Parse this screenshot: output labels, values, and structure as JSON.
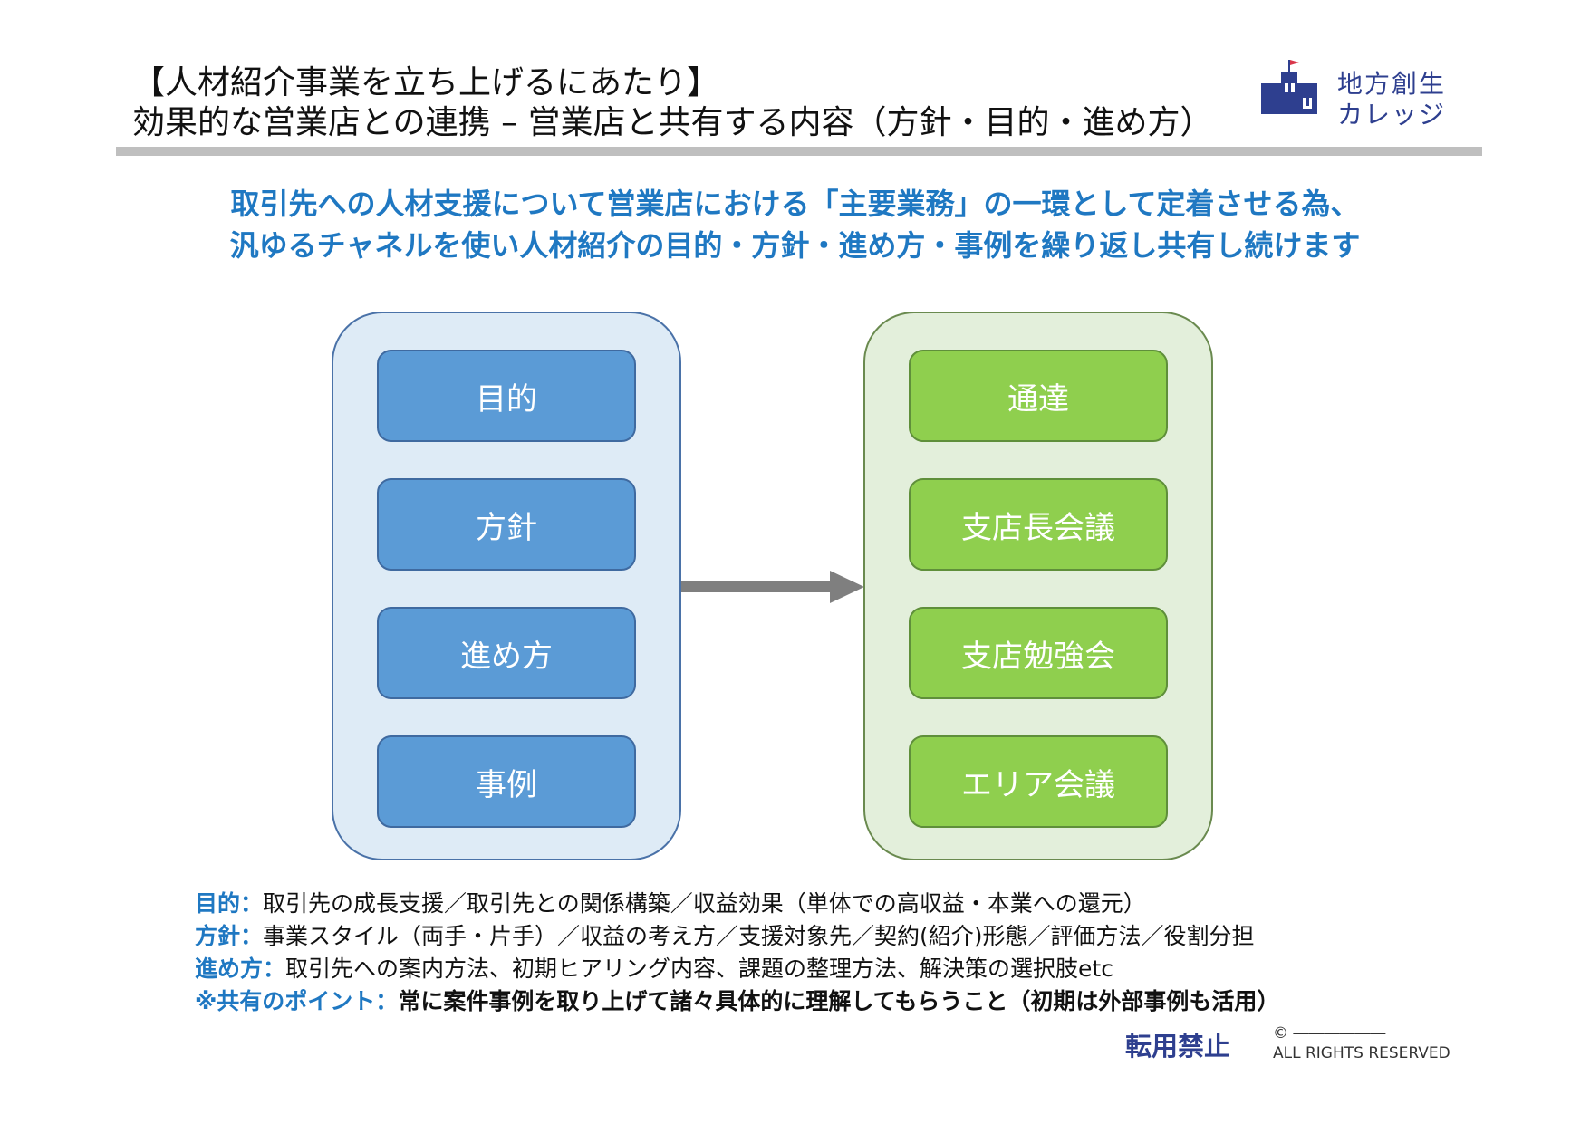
{
  "title": {
    "line1": "【人材紹介事業を立ち上げるにあたり】",
    "line2": "効果的な営業店との連携 – 営業店と共有する内容（方針・目的・進め方）"
  },
  "logo": {
    "line1": "地方創生",
    "line2": "カレッジ",
    "icon": "building-icon",
    "color": "#2e3f8f"
  },
  "headline": {
    "line1": "取引先への人材支援について営業店における「主要業務」の一環として定着させる為、",
    "line2": "汎ゆるチャネルを使い人材紹介の目的・方針・進め方・事例を繰り返し共有し続けます"
  },
  "diagram": {
    "left_items": [
      "目的",
      "方針",
      "進め方",
      "事例"
    ],
    "right_items": [
      "通達",
      "支店長会議",
      "支店勉強会",
      "エリア会議"
    ],
    "colors": {
      "left_panel": "#deebf6",
      "left_item": "#5b9bd6",
      "right_panel": "#e3efdb",
      "right_item": "#8fcf4e",
      "arrow": "#7f7f7f"
    }
  },
  "notes": [
    {
      "label": "目的：",
      "text": "取引先の成長支援／取引先との関係構築／収益効果（単体での高収益・本業への還元）"
    },
    {
      "label": "方針：",
      "text": "事業スタイル（両手・片手）／収益の考え方／支援対象先／契約(紹介)形態／評価方法／役割分担"
    },
    {
      "label": "進め方：",
      "text": "取引先への案内方法、初期ヒアリング内容、課題の整理方法、解決策の選択肢etc"
    },
    {
      "label": "※共有のポイント：",
      "text": "常に案件事例を取り上げて諸々具体的に理解してもらうこと（初期は外部事例も活用）"
    }
  ],
  "footer": {
    "no_reprint": "転用禁止",
    "copyright": "© ――――――",
    "rights": "ALL RIGHTS RESERVED"
  }
}
